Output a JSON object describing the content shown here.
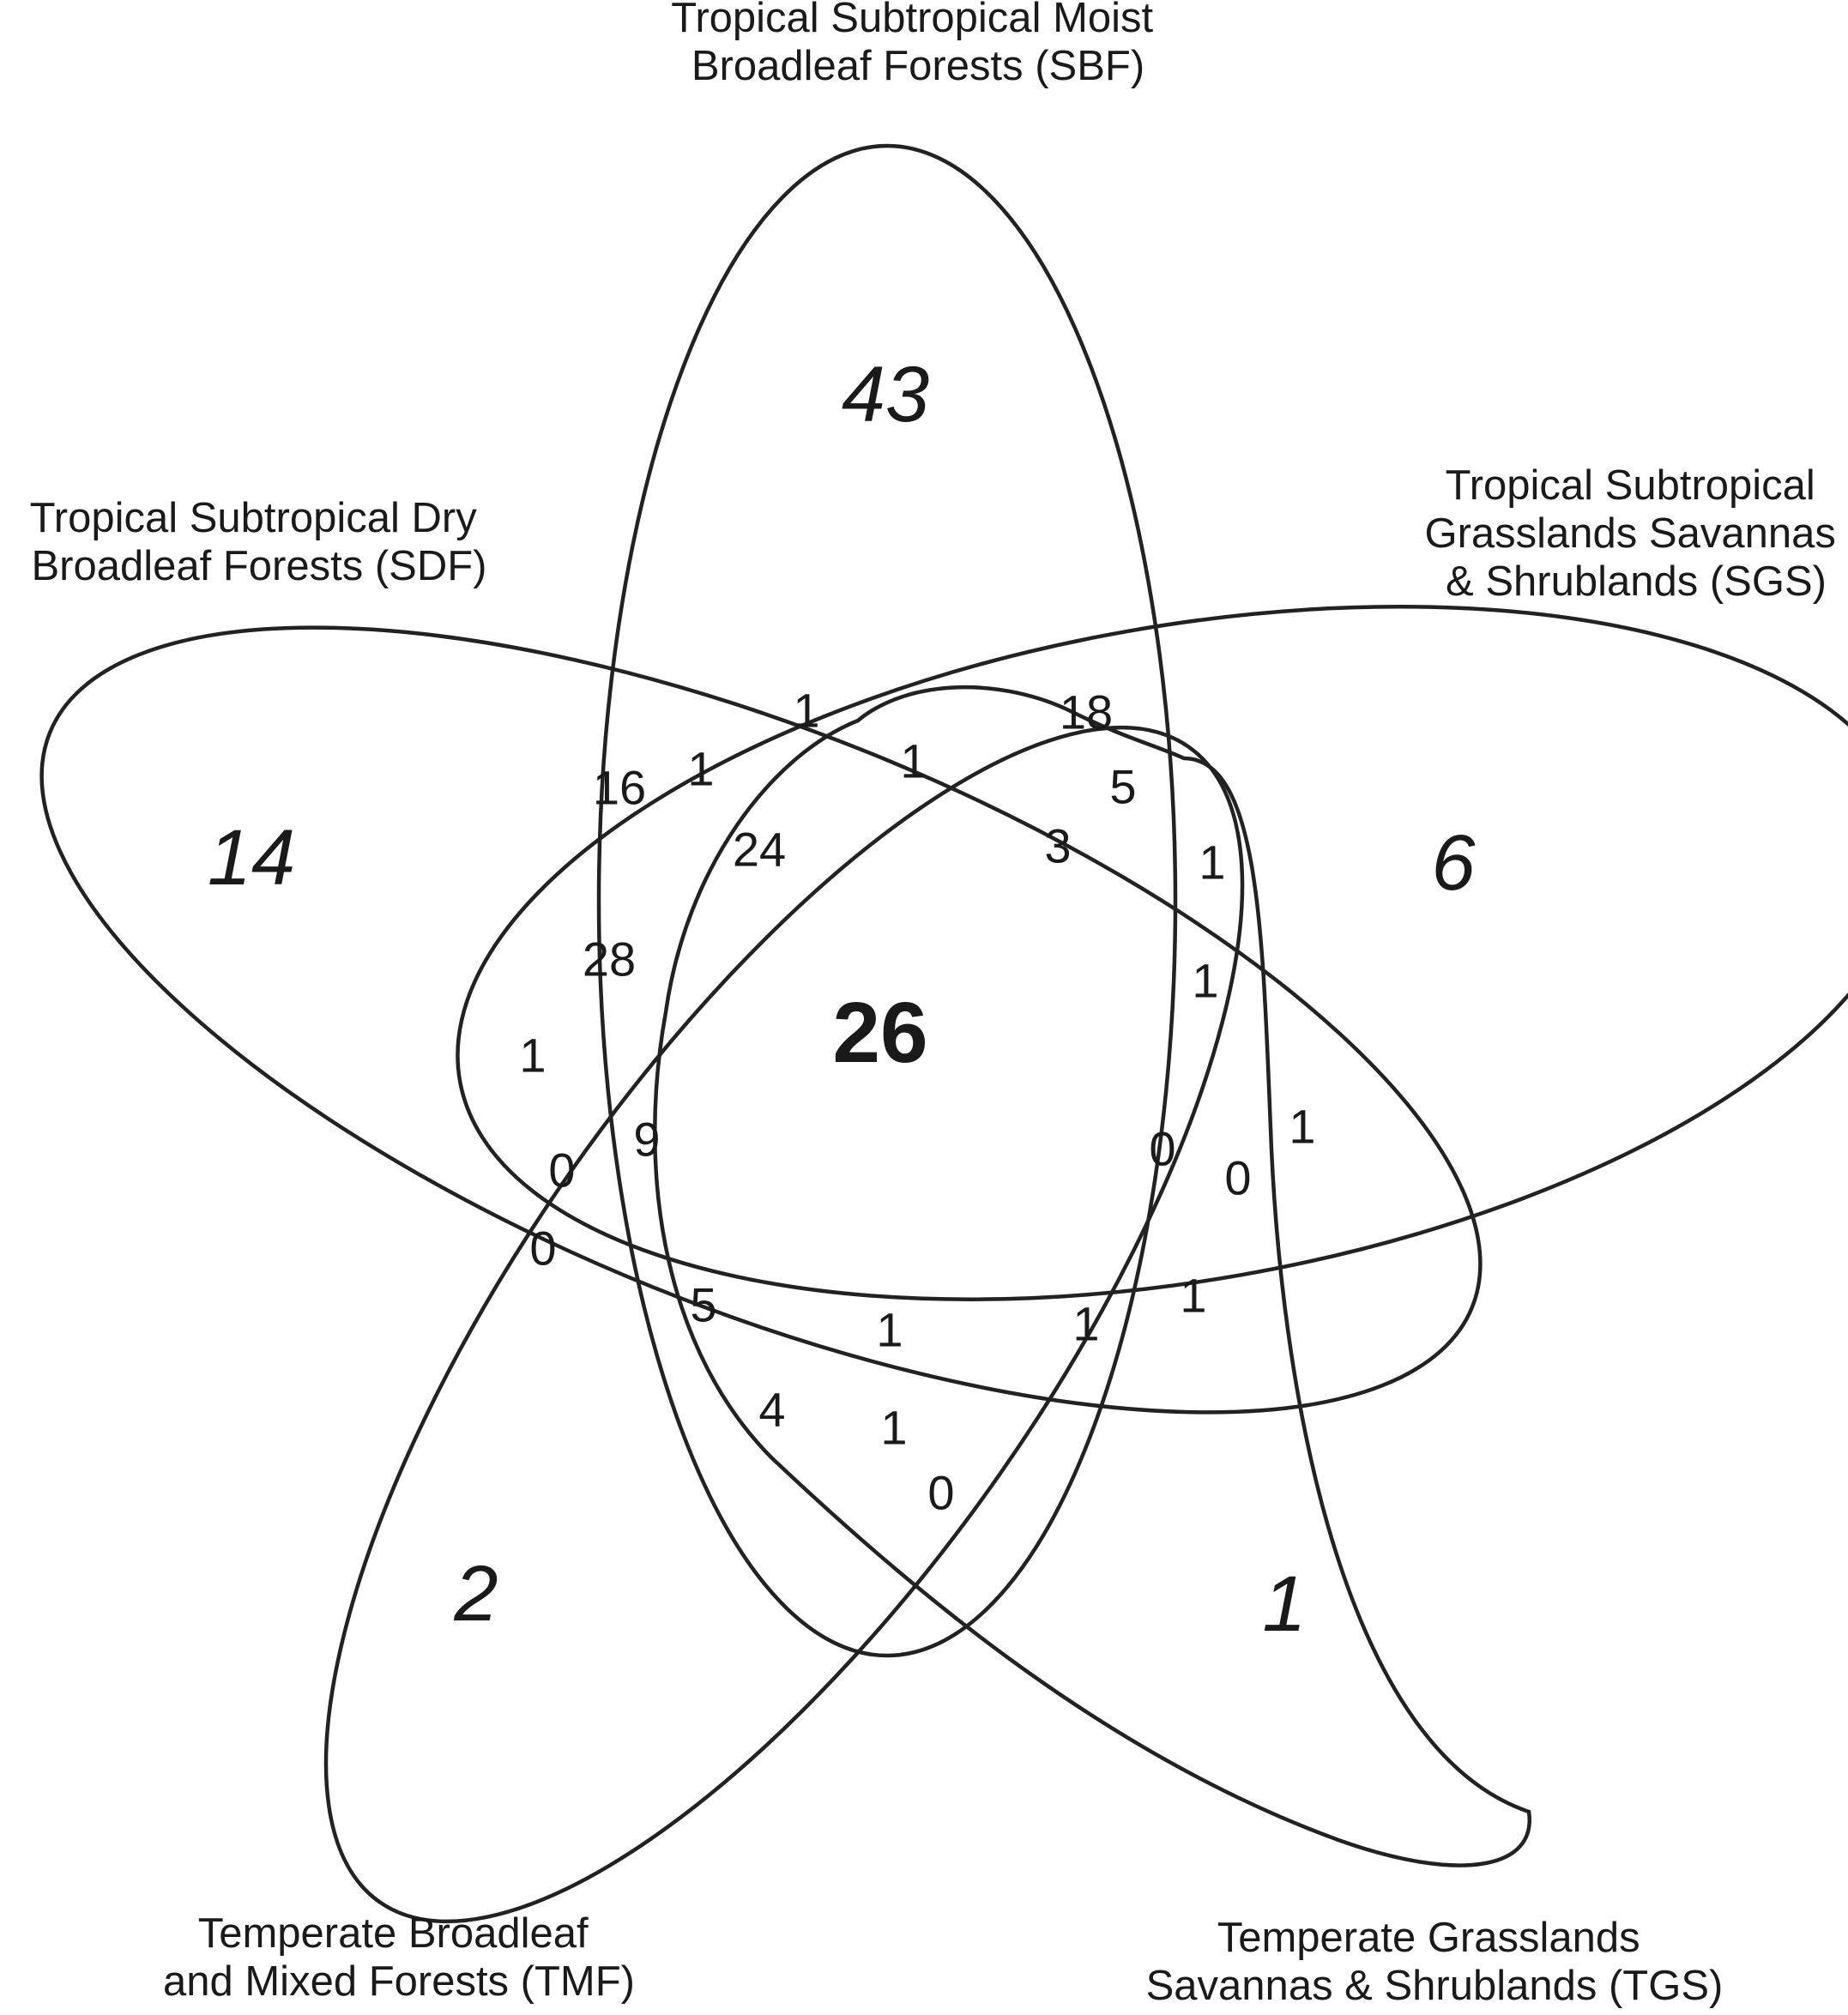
{
  "sets": [
    {
      "id": "SBF",
      "label_lines": [
        "Tropical Subtropical Moist",
        "Broadleaf Forests (SBF)"
      ]
    },
    {
      "id": "SDF",
      "label_lines": [
        "Tropical Subtropical Dry",
        "Broadleaf Forests (SDF)"
      ]
    },
    {
      "id": "SGS",
      "label_lines": [
        "Tropical Subtropical",
        "Grasslands Savannas",
        "& Shrublands (SGS)"
      ]
    },
    {
      "id": "TMF",
      "label_lines": [
        "Temperate Broadleaf",
        "and Mixed Forests (TMF)"
      ]
    },
    {
      "id": "TGS",
      "label_lines": [
        "Temperate Grasslands",
        "Savannas & Shrublands (TGS)"
      ]
    }
  ],
  "exclusive_counts": {
    "SBF": "43",
    "SDF": "14",
    "SGS": "6",
    "TMF": "2",
    "TGS": "1"
  },
  "core_count": "26",
  "region_counts": [
    "1",
    "18",
    "16",
    "1",
    "1",
    "5",
    "24",
    "3",
    "1",
    "28",
    "1",
    "1",
    "9",
    "0",
    "1",
    "0",
    "0",
    "0",
    "5",
    "1",
    "1",
    "1",
    "4",
    "1",
    "0"
  ]
}
